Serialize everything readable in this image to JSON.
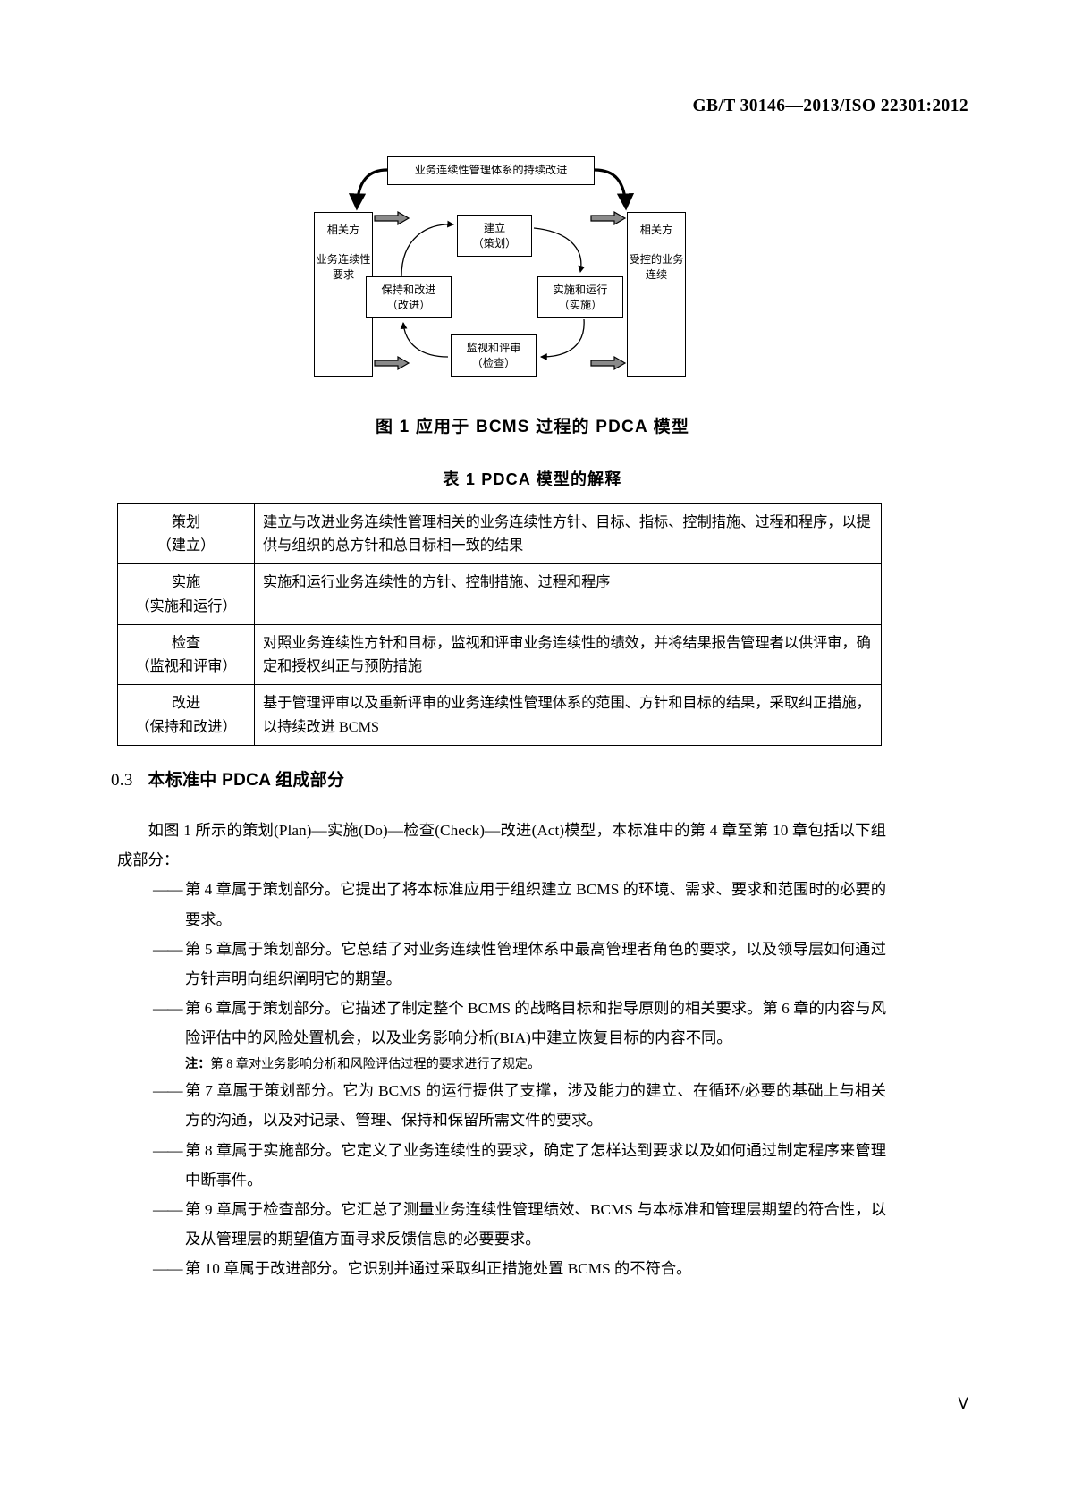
{
  "header": {
    "standard_code": "GB/T 30146—2013/ISO 22301:2012"
  },
  "figure": {
    "top_box": "业务连续性管理体系的持续改进",
    "left_panel": {
      "line1": "相关方",
      "line2": "业务连续性要求"
    },
    "right_panel": {
      "line1": "相关方",
      "line2": "受控的业务连续"
    },
    "plan_box": {
      "line1": "建立",
      "line2": "（策划）"
    },
    "do_box": {
      "line1": "实施和运行",
      "line2": "（实施）"
    },
    "act_box": {
      "line1": "保持和改进",
      "line2": "（改进）"
    },
    "check_box": {
      "line1": "监视和评审",
      "line2": "（检查）"
    },
    "caption": "图 1   应用于 BCMS 过程的 PDCA 模型"
  },
  "table": {
    "caption": "表 1   PDCA 模型的解释",
    "rows": [
      {
        "key_line1": "策划",
        "key_line2": "（建立）",
        "value": "建立与改进业务连续性管理相关的业务连续性方针、目标、指标、控制措施、过程和程序，以提供与组织的总方针和总目标相一致的结果"
      },
      {
        "key_line1": "实施",
        "key_line2": "（实施和运行）",
        "value": "实施和运行业务连续性的方针、控制措施、过程和程序"
      },
      {
        "key_line1": "检查",
        "key_line2": "（监视和评审）",
        "value": "对照业务连续性方针和目标，监视和评审业务连续性的绩效，并将结果报告管理者以供评审，确定和授权纠正与预防措施"
      },
      {
        "key_line1": "改进",
        "key_line2": "（保持和改进）",
        "value": "基于管理评审以及重新评审的业务连续性管理体系的范围、方针和目标的结果，采取纠正措施，以持续改进 BCMS"
      }
    ]
  },
  "section": {
    "number": "0.3",
    "title": "本标准中 PDCA 组成部分",
    "intro": "如图 1 所示的策划(Plan)—实施(Do)—检查(Check)—改进(Act)模型，本标准中的第 4 章至第 10 章包括以下组成部分：",
    "dash": "——",
    "items": [
      "第 4 章属于策划部分。它提出了将本标准应用于组织建立 BCMS 的环境、需求、要求和范围时的必要的要求。",
      "第 5 章属于策划部分。它总结了对业务连续性管理体系中最高管理者角色的要求，以及领导层如何通过方针声明向组织阐明它的期望。",
      "第 6 章属于策划部分。它描述了制定整个 BCMS 的战略目标和指导原则的相关要求。第 6 章的内容与风险评估中的风险处置机会，以及业务影响分析(BIA)中建立恢复目标的内容不同。",
      "第 7 章属于策划部分。它为 BCMS 的运行提供了支撑，涉及能力的建立、在循环/必要的基础上与相关方的沟通，以及对记录、管理、保持和保留所需文件的要求。",
      "第 8 章属于实施部分。它定义了业务连续性的要求，确定了怎样达到要求以及如何通过制定程序来管理中断事件。",
      "第 9 章属于检查部分。它汇总了测量业务连续性管理绩效、BCMS 与本标准和管理层期望的符合性，以及从管理层的期望值方面寻求反馈信息的必要要求。",
      "第 10 章属于改进部分。它识别并通过采取纠正措施处置 BCMS 的不符合。"
    ],
    "note_label": "注：",
    "note_text": "第 8 章对业务影响分析和风险评估过程的要求进行了规定。"
  },
  "folio": "Ⅴ"
}
